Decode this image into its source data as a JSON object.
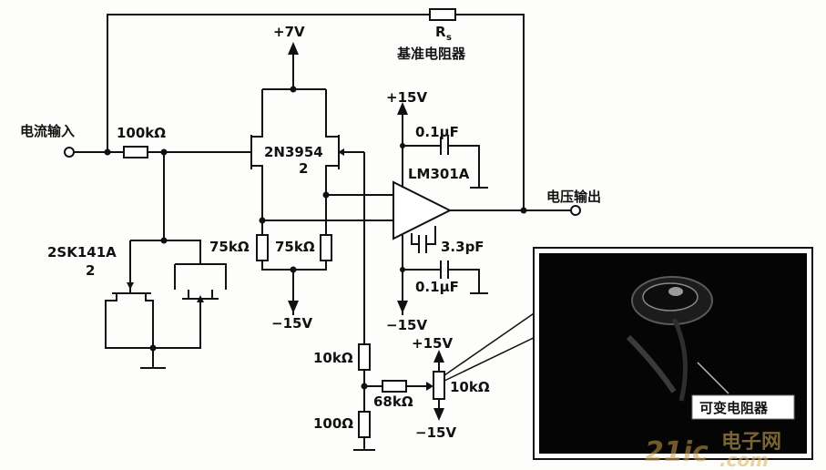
{
  "labels": {
    "rs": "R",
    "rs_sub": "s",
    "ref_resistor": "基准电阻器",
    "current_input": "电流输入",
    "r_in": "100kΩ",
    "jfet_part": "2SK141A",
    "jfet_count": "2",
    "supply_plus7": "+7V",
    "fet_part": "2N3954",
    "fet_count": "2",
    "r75k": "75kΩ",
    "supply_minus15": "−15V",
    "supply_plus15": "+15V",
    "cap_01": "0.1μF",
    "opamp_part": "LM301A",
    "cap_comp": "3.3pF",
    "voltage_output": "电压输出",
    "r10k": "10kΩ",
    "r68k": "68kΩ",
    "r100": "100Ω",
    "photo_caption": "可变电阻器",
    "watermark": "21ic电子网.com"
  },
  "colors": {
    "ink": "#111111",
    "photo_bg": "#050505",
    "watermark": "#c9a04a"
  }
}
